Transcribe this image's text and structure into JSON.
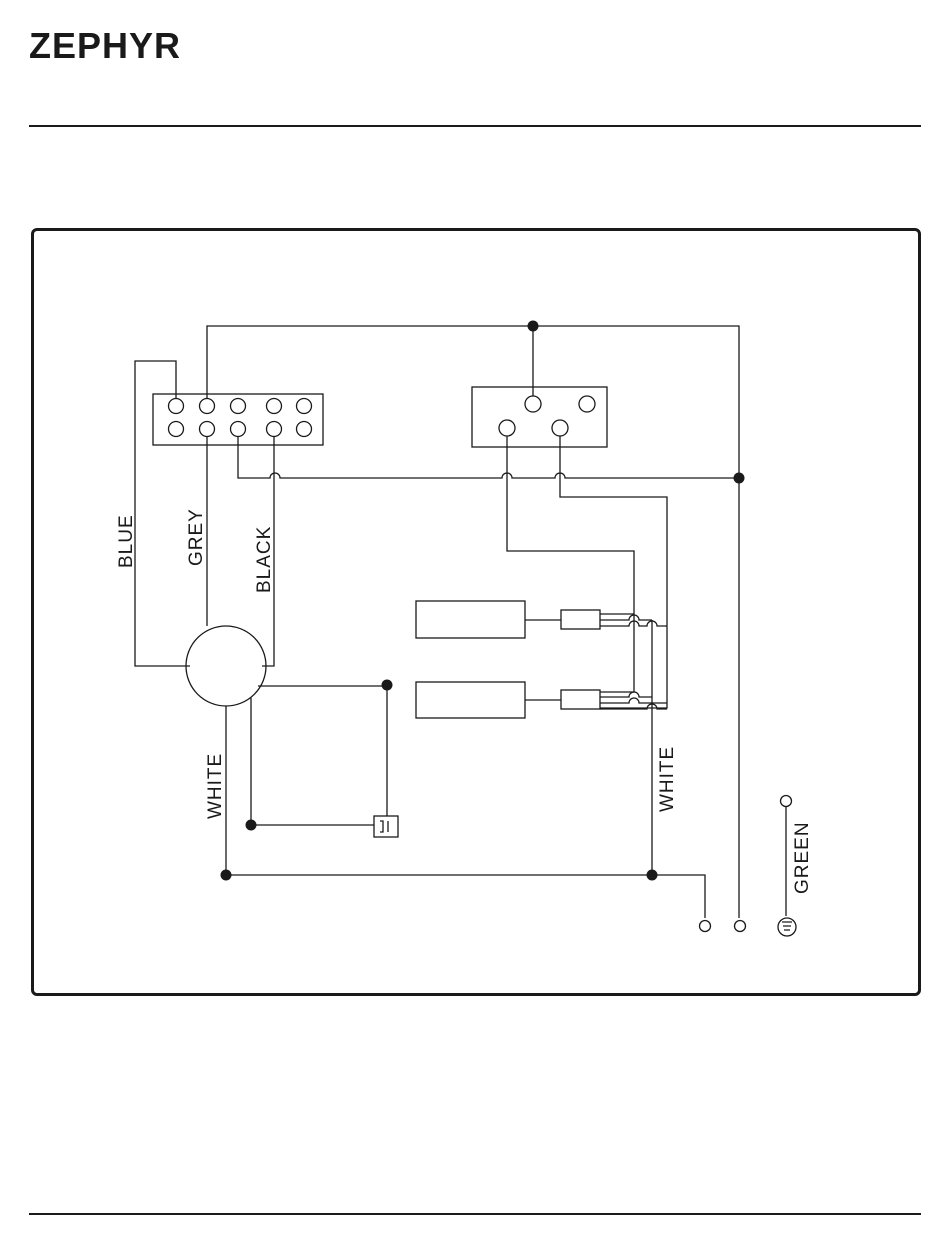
{
  "brand": {
    "logo_text": "ZEPHYR"
  },
  "diagram": {
    "wire_labels": {
      "blue": "BLUE",
      "grey": "GREY",
      "black": "BLACK",
      "white_motor": "WHITE",
      "white_lights": "WHITE",
      "green": "GREEN"
    }
  }
}
